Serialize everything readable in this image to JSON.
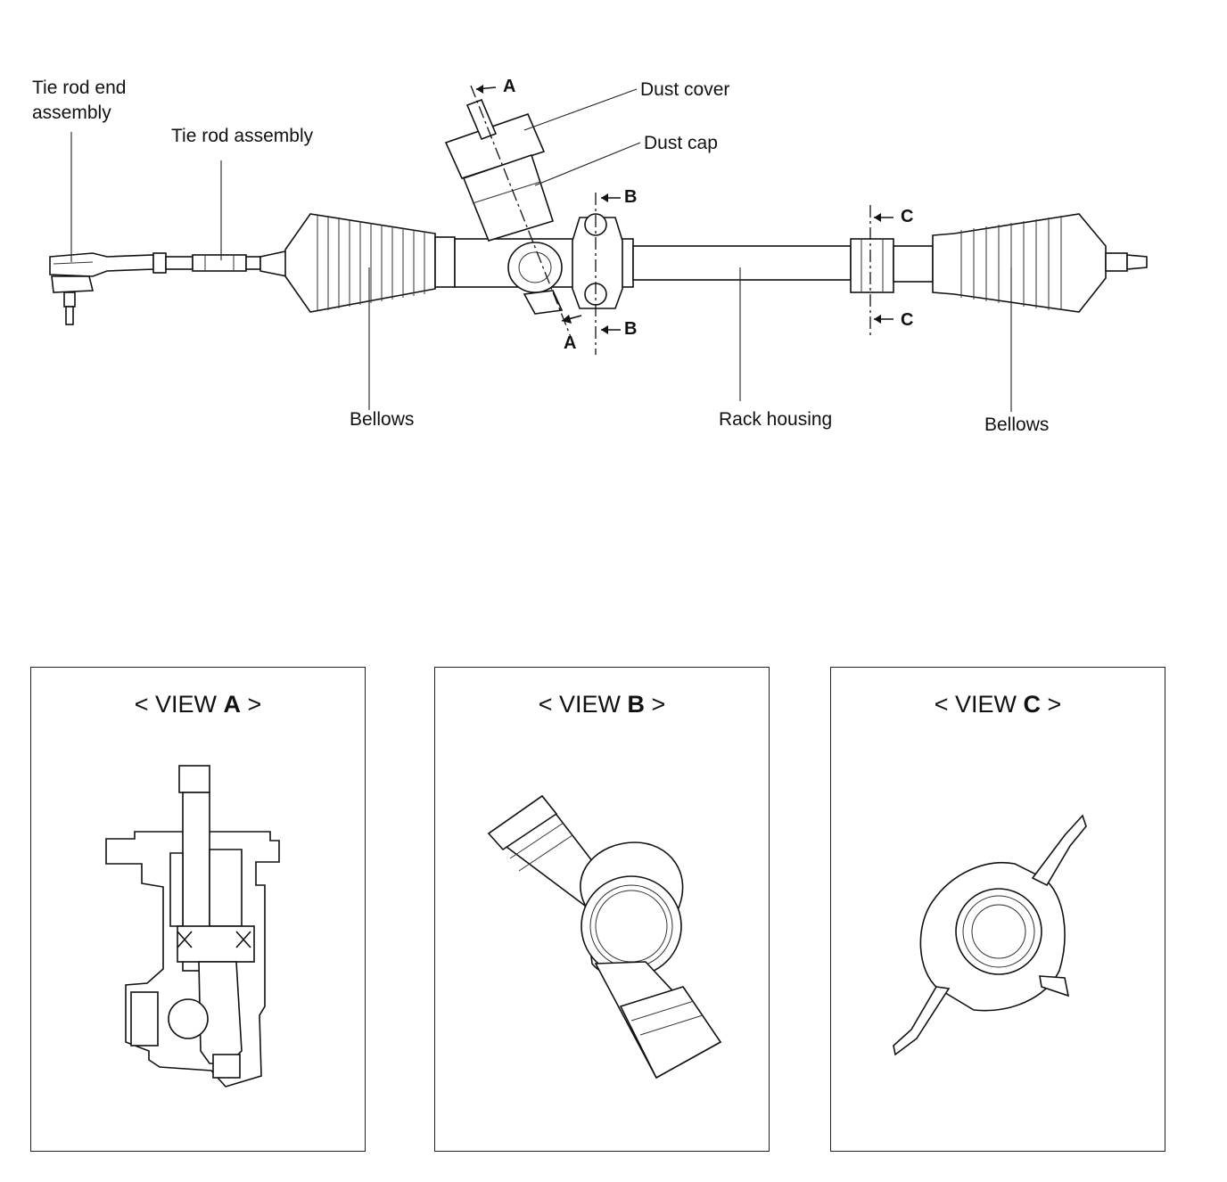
{
  "labels": {
    "tie_rod_end": [
      "Tie rod end",
      "assembly"
    ],
    "tie_rod": "Tie rod assembly",
    "dust_cover": "Dust cover",
    "dust_cap": "Dust cap",
    "bellows_left": "Bellows",
    "rack_housing": "Rack housing",
    "bellows_right": "Bellows"
  },
  "section_marks": {
    "a": "A",
    "b": "B",
    "c": "C"
  },
  "views": [
    {
      "prefix": "< VIEW ",
      "letter": "A",
      "suffix": " >"
    },
    {
      "prefix": "< VIEW ",
      "letter": "B",
      "suffix": " >"
    },
    {
      "prefix": "< VIEW ",
      "letter": "C",
      "suffix": " >"
    }
  ]
}
